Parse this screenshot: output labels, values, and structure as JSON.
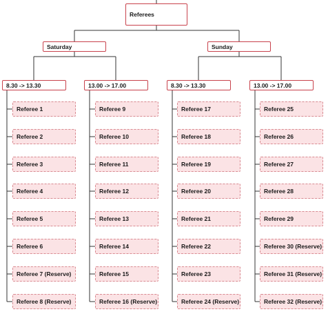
{
  "root": "Referees",
  "days": [
    {
      "label": "Saturday",
      "slots": [
        {
          "label": "8.30 -> 13.30",
          "referees": [
            "Referee 1",
            "Referee 2",
            "Referee 3",
            "Referee 4",
            "Referee 5",
            "Referee 6",
            "Referee 7 (Reserve)",
            "Referee 8 (Reserve)"
          ]
        },
        {
          "label": "13.00 -> 17.00",
          "referees": [
            "Referee 9",
            "Referee 10",
            "Referee 11",
            "Referee 12",
            "Referee 13",
            "Referee 14",
            "Referee 15",
            "Referee 16 (Reserve)"
          ]
        }
      ]
    },
    {
      "label": "Sunday",
      "slots": [
        {
          "label": "8.30 -> 13.30",
          "referees": [
            "Referee 17",
            "Referee 18",
            "Referee 19",
            "Referee 20",
            "Referee 21",
            "Referee 22",
            "Referee 23",
            "Referee 24 (Reserve)"
          ]
        },
        {
          "label": "13.00 -> 17.00",
          "referees": [
            "Referee 25",
            "Referee 26",
            "Referee 27",
            "Referee 28",
            "Referee 29",
            "Referee 30 (Reserve)",
            "Referee 31 (Reserve)",
            "Referee 32 (Reserve)"
          ]
        }
      ]
    }
  ]
}
